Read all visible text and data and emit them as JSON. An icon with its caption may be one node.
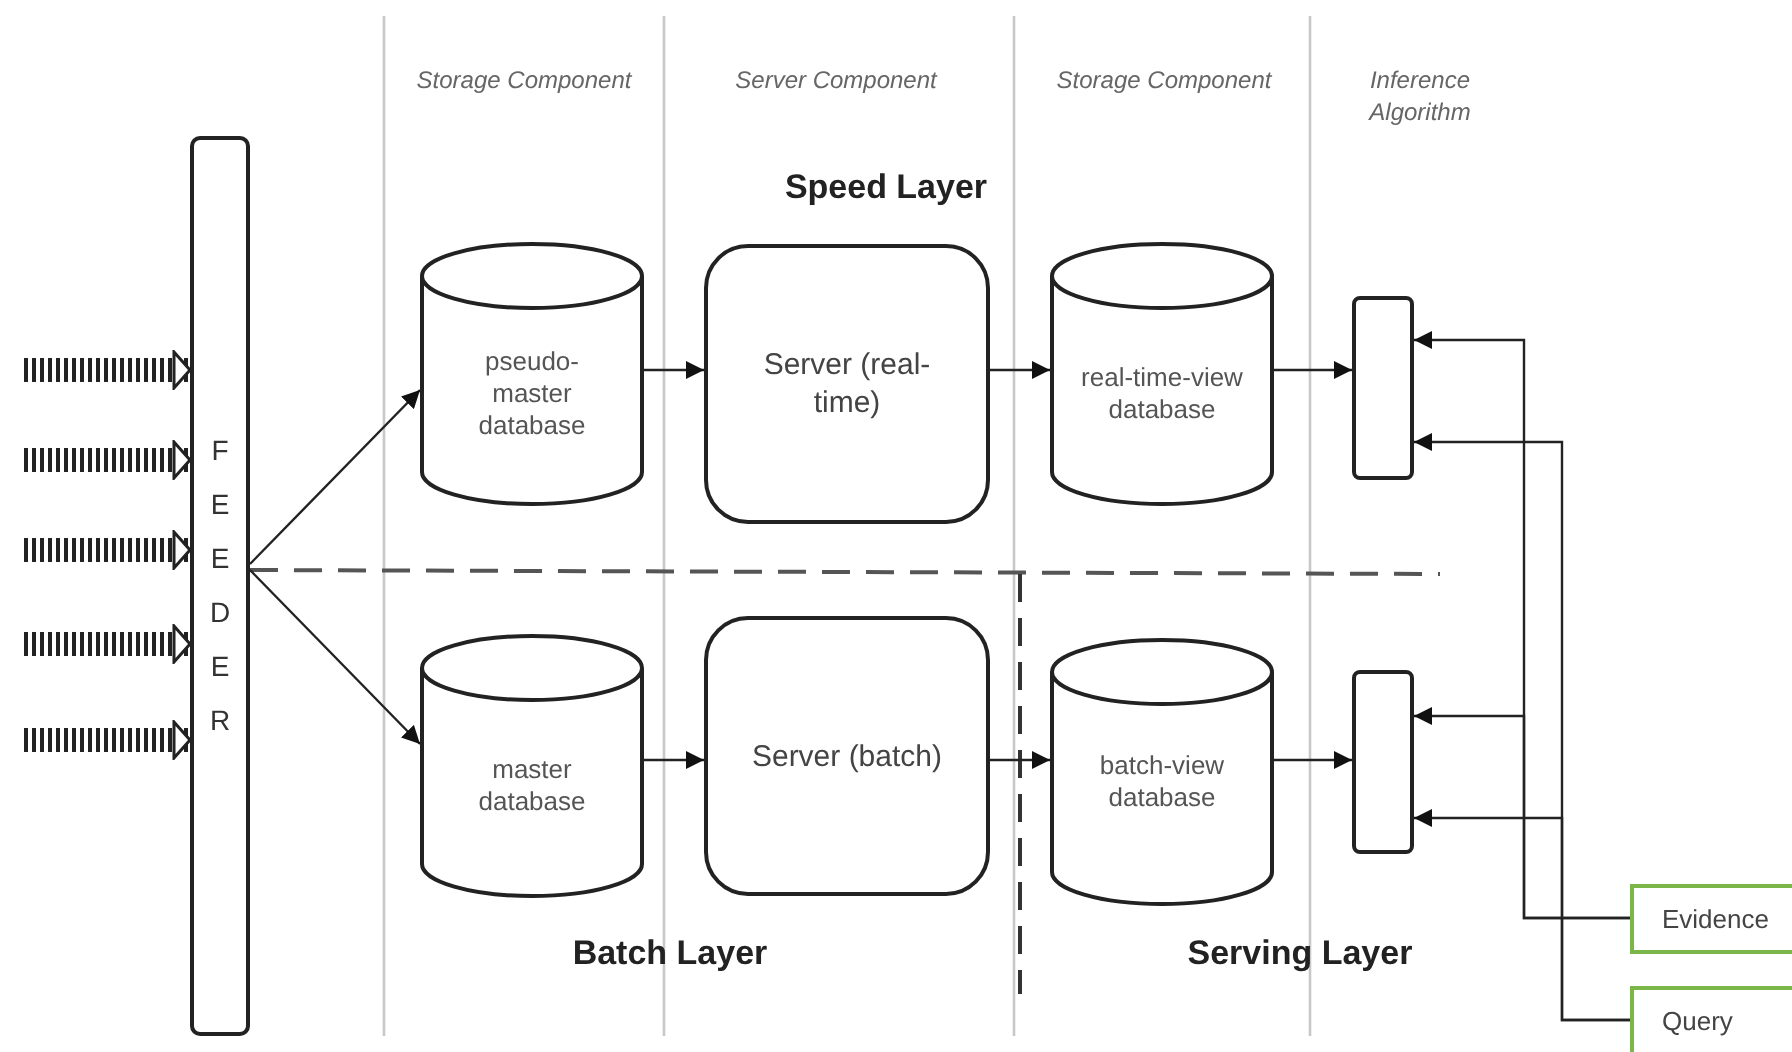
{
  "diagram": {
    "nodes": [
      {
        "text": [
          "FEEDER"
        ]
      },
      {
        "text": [
          "pseudo-master database"
        ]
      },
      {
        "text": [
          "Server (real-time)"
        ]
      },
      {
        "text": [
          "real-time-view database"
        ]
      },
      {
        "text": [],
        "shape": "box"
      },
      {
        "text": [
          "master database"
        ]
      },
      {
        "text": [
          "Server (batch)"
        ]
      },
      {
        "text": [
          "batch-view database"
        ]
      },
      {
        "text": [],
        "shape": "box"
      },
      {
        "text": [
          "Evidence"
        ]
      },
      {
        "text": [
          "Query"
        ]
      }
    ],
    "edges": [
      {
        "from": null,
        "to": 0,
        "arrow": "to",
        "style": "thick"
      },
      {
        "from": null,
        "to": 0,
        "arrow": "to",
        "style": "thick"
      },
      {
        "from": null,
        "to": 0,
        "arrow": "to",
        "style": "thick"
      },
      {
        "from": null,
        "to": 0,
        "arrow": "to",
        "style": "thick"
      },
      {
        "from": null,
        "to": 0,
        "arrow": "to",
        "style": "thick"
      },
      {
        "from": 0,
        "to": 1,
        "arrow": "to"
      },
      {
        "from": 0,
        "to": 5,
        "arrow": "to"
      },
      {
        "from": 1,
        "to": 2,
        "arrow": "to"
      },
      {
        "from": 2,
        "to": 3,
        "arrow": "to"
      },
      {
        "from": 3,
        "to": 4,
        "arrow": "to"
      },
      {
        "from": 5,
        "to": 6,
        "arrow": "to"
      },
      {
        "from": 6,
        "to": 7,
        "arrow": "to"
      },
      {
        "from": 7,
        "to": 8,
        "arrow": "to"
      },
      {
        "from": 9,
        "to": 4,
        "arrow": "to"
      },
      {
        "from": 10,
        "to": 4,
        "arrow": "to"
      },
      {
        "from": 9,
        "to": 8,
        "arrow": "to"
      },
      {
        "from": 10,
        "to": 8,
        "arrow": "to"
      }
    ],
    "labels": [
      "Storage Component",
      "Server Component",
      "Storage Component",
      "Inference Algorithm",
      "Speed Layer",
      "Batch Layer",
      "Serving Layer"
    ]
  }
}
